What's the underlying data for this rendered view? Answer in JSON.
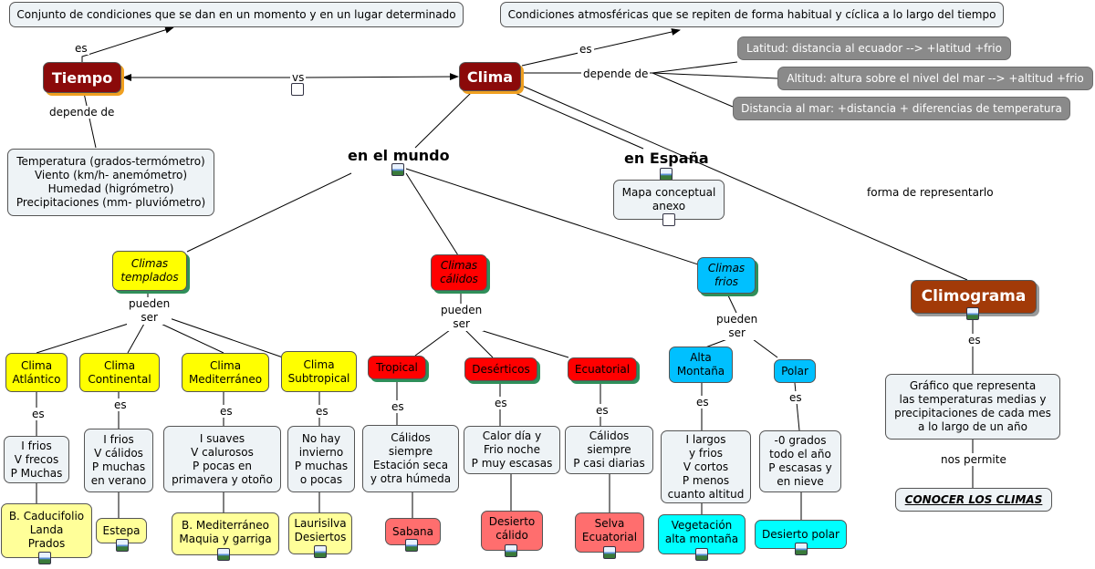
{
  "tiempo": {
    "title": "Tiempo",
    "es_label": "es",
    "es_def": "Conjunto de condiciones que se dan en un momento y en un lugar determinado",
    "depende_label": "depende de",
    "vars": [
      "Temperatura (grados-termómetro)",
      "Viento (km/h- anemómetro)",
      "Humedad (higrómetro)",
      "Precipitaciones (mm- pluviómetro)"
    ]
  },
  "vs_label": "vs",
  "clima": {
    "title": "Clima",
    "es_label": "es",
    "es_def": "Condiciones atmosféricas que se repiten de forma habitual y cíclica a lo largo del tiempo",
    "depende_label": "depende de",
    "factors": [
      "Latitud: distancia al ecuador --> +latitud +frio",
      "Altitud: altura sobre el nivel del mar --> +altitud +frio",
      "Distancia al mar: +distancia + diferencias de temperatura"
    ],
    "forma_label": "forma de representarlo"
  },
  "mundo": {
    "title": "en el mundo"
  },
  "espana": {
    "title": "en España",
    "mapa": [
      "Mapa conceptual",
      "anexo"
    ]
  },
  "climograma": {
    "title": "Climograma",
    "es_label": "es",
    "def": [
      "Gráfico que representa",
      "las temperaturas medias y",
      "precipitaciones de cada mes",
      "a lo largo de un año"
    ],
    "permite_label": "nos permite",
    "link": "CONOCER LOS CLIMAS"
  },
  "pueden": [
    "pueden",
    "ser"
  ],
  "es_small": "es",
  "templados": {
    "title": [
      "Climas",
      "templados"
    ],
    "types": [
      {
        "name": [
          "Clima",
          "Atlántico"
        ],
        "desc": [
          "I frios",
          "V frecos",
          "P Muchas"
        ],
        "veg": [
          "B. Caducifolio",
          "Landa",
          "Prados"
        ]
      },
      {
        "name": [
          "Clima",
          "Continental"
        ],
        "desc": [
          "I frios",
          "V cálidos",
          "P muchas",
          "en verano"
        ],
        "veg": [
          "Estepa"
        ]
      },
      {
        "name": [
          "Clima",
          "Mediterráneo"
        ],
        "desc": [
          "I suaves",
          "V calurosos",
          "P pocas en",
          "primavera y otoño"
        ],
        "veg": [
          "B. Mediterráneo",
          "Maquia y garriga"
        ]
      },
      {
        "name": [
          "Clima",
          "Subtropical"
        ],
        "desc": [
          "No hay",
          "invierno",
          "P muchas",
          "o pocas"
        ],
        "veg": [
          "Laurisilva",
          "Desiertos"
        ]
      }
    ]
  },
  "calidos": {
    "title": [
      "Climas",
      "cálidos"
    ],
    "types": [
      {
        "name": [
          "Tropical"
        ],
        "desc": [
          "Cálidos",
          "siempre",
          "Estación seca",
          "y otra húmeda"
        ],
        "veg": [
          "Sabana"
        ]
      },
      {
        "name": [
          "Desérticos"
        ],
        "desc": [
          "Calor día y",
          "Frio noche",
          "P muy escasas"
        ],
        "veg": [
          "Desierto",
          "cálido"
        ]
      },
      {
        "name": [
          "Ecuatorial"
        ],
        "desc": [
          "Cálidos",
          "siempre",
          "P casi diarias"
        ],
        "veg": [
          "Selva",
          "Ecuatorial"
        ]
      }
    ]
  },
  "frios": {
    "title": [
      "Climas",
      "frios"
    ],
    "types": [
      {
        "name": [
          "Alta",
          "Montaña"
        ],
        "desc": [
          "I largos",
          "y frios",
          "V cortos",
          "P menos",
          "cuanto altitud"
        ],
        "veg": [
          "Vegetación",
          "alta montaña"
        ]
      },
      {
        "name": [
          "Polar"
        ],
        "desc": [
          "-0 grados",
          "todo el año",
          "P escasas y",
          "en nieve"
        ],
        "veg": [
          "Desierto polar"
        ]
      }
    ]
  },
  "colors": {
    "tiempo": "#8b0a0a",
    "clima": "#8b0a0a",
    "climograma": "#a23a08",
    "templados": "#ffff00",
    "calidos": "#ff0000",
    "frios": "#00c0ff"
  }
}
